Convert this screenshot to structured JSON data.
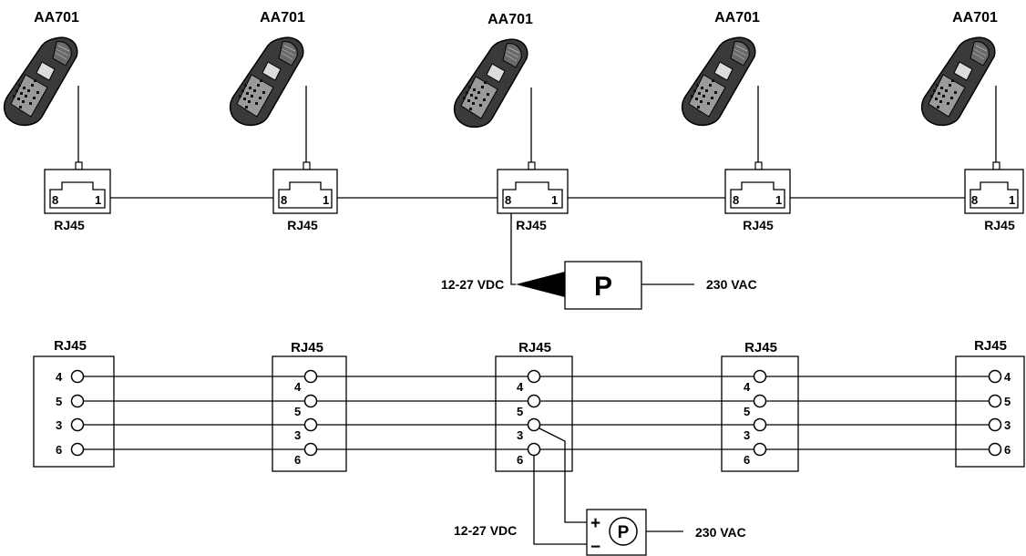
{
  "handsets": [
    {
      "label": "AA701",
      "connector": "RJ45",
      "pin_left": "8",
      "pin_right": "1"
    },
    {
      "label": "AA701",
      "connector": "RJ45",
      "pin_left": "8",
      "pin_right": "1"
    },
    {
      "label": "AA701",
      "connector": "RJ45",
      "pin_left": "8",
      "pin_right": "1"
    },
    {
      "label": "AA701",
      "connector": "RJ45",
      "pin_left": "8",
      "pin_right": "1"
    },
    {
      "label": "AA701",
      "connector": "RJ45",
      "pin_left": "8",
      "pin_right": "1"
    }
  ],
  "top_power": {
    "dc_label": "12-27 VDC",
    "supply_symbol": "P",
    "ac_label": "230 VAC"
  },
  "wiring": {
    "blocks": [
      {
        "title": "RJ45",
        "pins": [
          "4",
          "5",
          "3",
          "6"
        ]
      },
      {
        "title": "RJ45",
        "pins": [
          "4",
          "5",
          "3",
          "6"
        ]
      },
      {
        "title": "RJ45",
        "pins": [
          "4",
          "5",
          "3",
          "6"
        ]
      },
      {
        "title": "RJ45",
        "pins": [
          "4",
          "5",
          "3",
          "6"
        ]
      },
      {
        "title": "RJ45",
        "pins": [
          "4",
          "5",
          "3",
          "6"
        ]
      }
    ],
    "power": {
      "dc_label": "12-27 VDC",
      "supply_symbol": "P",
      "plus": "+",
      "minus": "−",
      "ac_label": "230 VAC"
    }
  }
}
